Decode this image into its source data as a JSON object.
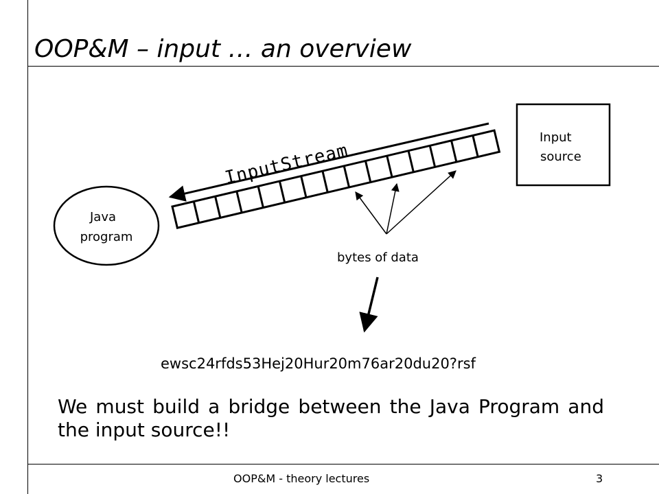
{
  "slide": {
    "title": "OOP&M – input … an overview",
    "body": "We must build a bridge between the Java Program and the input source!!",
    "footer": "OOP&M - theory lectures",
    "page_number": "3"
  },
  "diagram": {
    "program_label": [
      "Java",
      "program"
    ],
    "source_label": [
      "Input",
      "source"
    ],
    "stream_label": "InputStream",
    "bytes_label": "bytes of data",
    "data_string": "ewsc24rfds53Hej20Hur20m76ar20du20?rsf"
  }
}
